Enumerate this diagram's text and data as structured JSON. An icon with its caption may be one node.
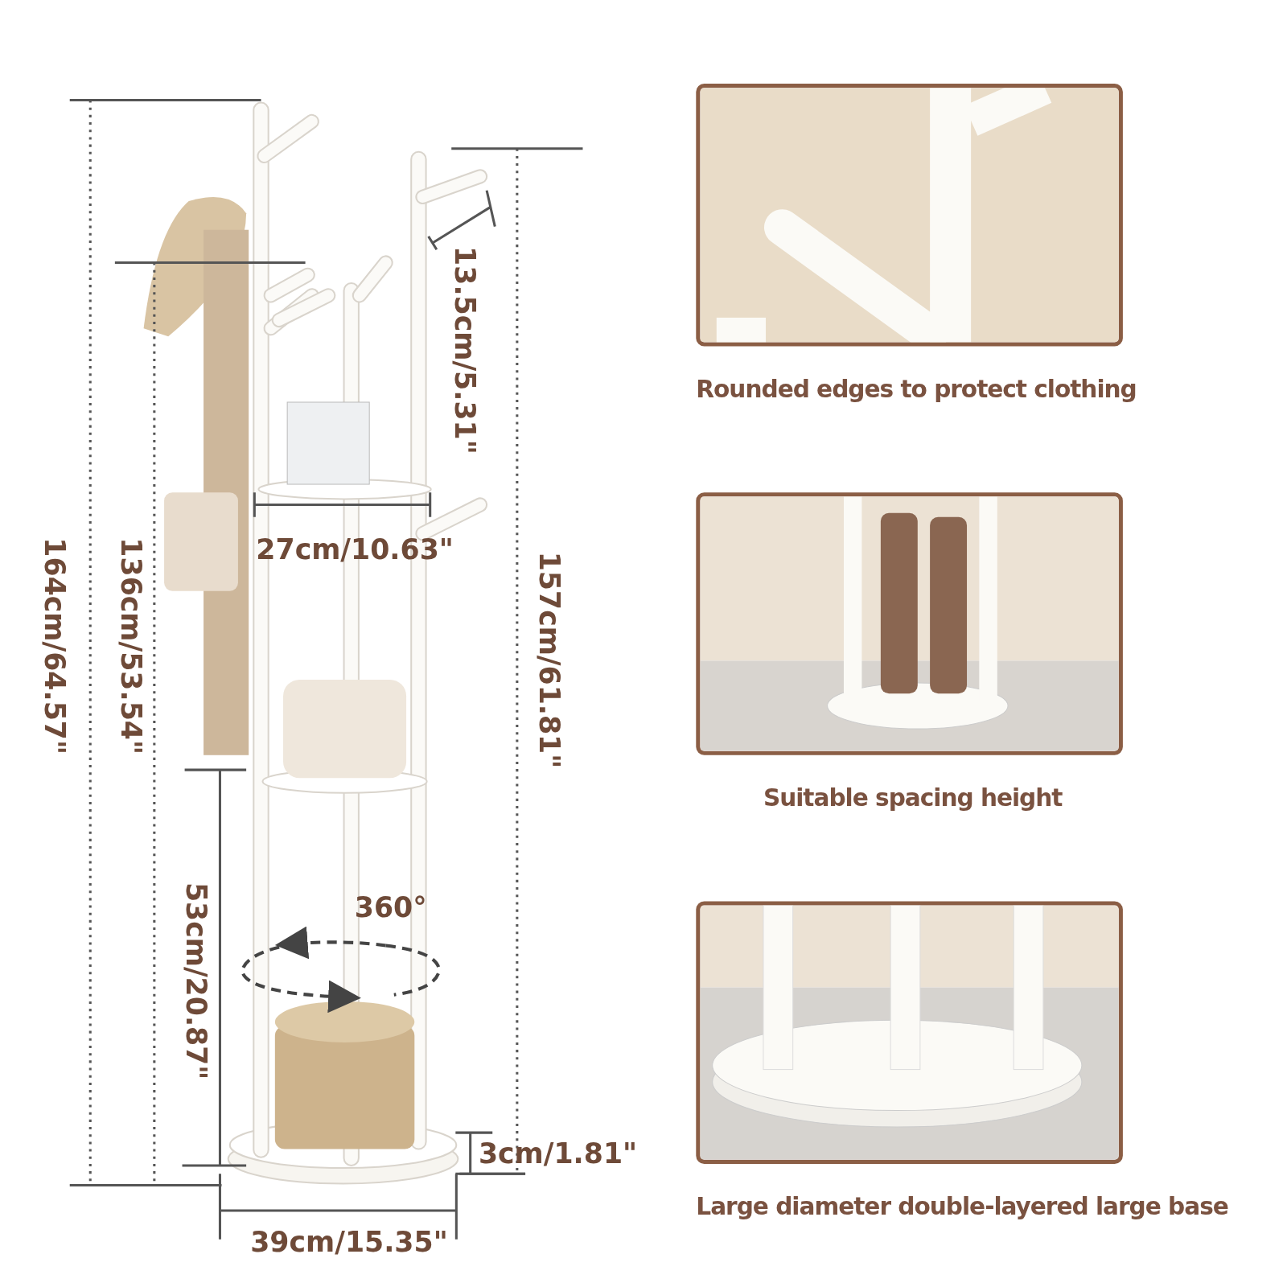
{
  "diagram": {
    "nodes": [
      {
        "text": [
          "Rounded edges to protect clothing"
        ]
      },
      {
        "text": [
          "Suitable spacing height"
        ]
      },
      {
        "text": [
          "Large diameter double-layered large base"
        ]
      }
    ],
    "labels": [
      "13.5cm/5.31\"",
      "27cm/10.63\"",
      "164cm/64.57\"",
      "136cm/53.54\"",
      "157cm/61.81\"",
      "360°",
      "53cm/20.87\"",
      "3cm/1.81\"",
      "39cm/15.35\""
    ]
  }
}
